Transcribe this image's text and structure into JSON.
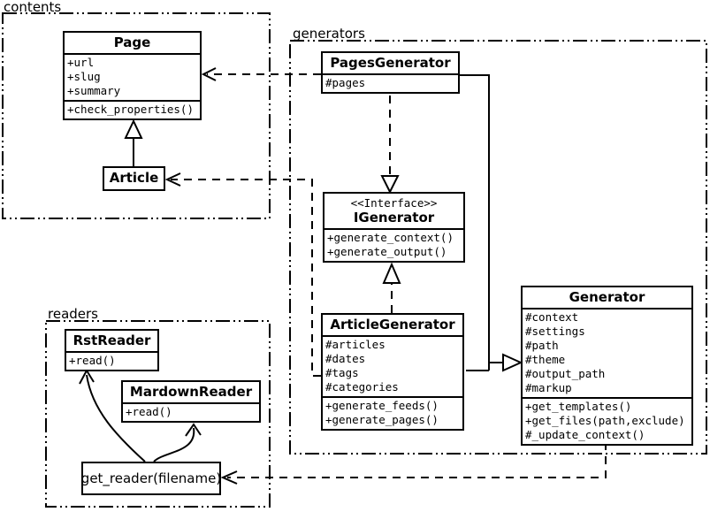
{
  "packages": {
    "contents": {
      "label": "contents"
    },
    "generators": {
      "label": "generators"
    },
    "readers": {
      "label": "readers"
    }
  },
  "classes": {
    "page": {
      "title": "Page",
      "attributes": [
        "+url",
        "+slug",
        "+summary"
      ],
      "methods": [
        "+check_properties()"
      ]
    },
    "article": {
      "title": "Article"
    },
    "pages_generator": {
      "title": "PagesGenerator",
      "attributes": [
        "#pages"
      ]
    },
    "igenerator": {
      "stereotype": "<<Interface>>",
      "title": "IGenerator",
      "methods": [
        "+generate_context()",
        "+generate_output()"
      ]
    },
    "article_generator": {
      "title": "ArticleGenerator",
      "attributes": [
        "#articles",
        "#dates",
        "#tags",
        "#categories"
      ],
      "methods": [
        "+generate_feeds()",
        "+generate_pages()"
      ]
    },
    "generator": {
      "title": "Generator",
      "attributes": [
        "#context",
        "#settings",
        "#path",
        "#theme",
        "#output_path",
        "#markup"
      ],
      "methods": [
        "+get_templates()",
        "+get_files(path,exclude)",
        "#_update_context()"
      ]
    },
    "rst_reader": {
      "title": "RstReader",
      "methods": [
        "+read()"
      ]
    },
    "mardown_reader": {
      "title": "MardownReader",
      "methods": [
        "+read()"
      ]
    },
    "get_reader": {
      "label": "get_reader(filename)"
    }
  },
  "relationships": [
    {
      "from": "Article",
      "to": "Page",
      "type": "generalization"
    },
    {
      "from": "PagesGenerator",
      "to": "Page",
      "type": "dependency"
    },
    {
      "from": "ArticleGenerator",
      "to": "Article",
      "type": "dependency"
    },
    {
      "from": "PagesGenerator",
      "to": "IGenerator",
      "type": "realization"
    },
    {
      "from": "ArticleGenerator",
      "to": "IGenerator",
      "type": "realization"
    },
    {
      "from": "PagesGenerator",
      "to": "Generator",
      "type": "generalization"
    },
    {
      "from": "ArticleGenerator",
      "to": "Generator",
      "type": "generalization"
    },
    {
      "from": "Generator",
      "to": "get_reader(filename)",
      "type": "dependency"
    },
    {
      "from": "get_reader(filename)",
      "to": "RstReader",
      "type": "arrow"
    },
    {
      "from": "get_reader(filename)",
      "to": "MardownReader",
      "type": "arrow"
    }
  ],
  "colors": {
    "line": "#000000",
    "background": "#ffffff"
  }
}
